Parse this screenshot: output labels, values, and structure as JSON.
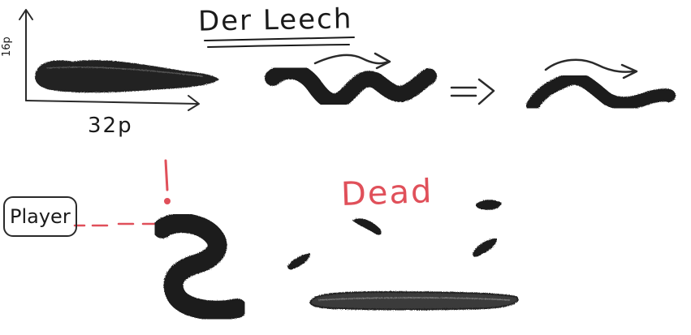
{
  "title": "Der Leech",
  "dimensions": {
    "height_label": "16p",
    "width_label": "32p"
  },
  "player_label": "Player",
  "dead_label": "Dead",
  "colors": {
    "ink": "#1a1a1a",
    "alert_red": "#e0505a"
  },
  "icons": {
    "alert": "exclamation-mark",
    "transition": "double-arrow-right",
    "motion": "wavy-arrow-right"
  }
}
